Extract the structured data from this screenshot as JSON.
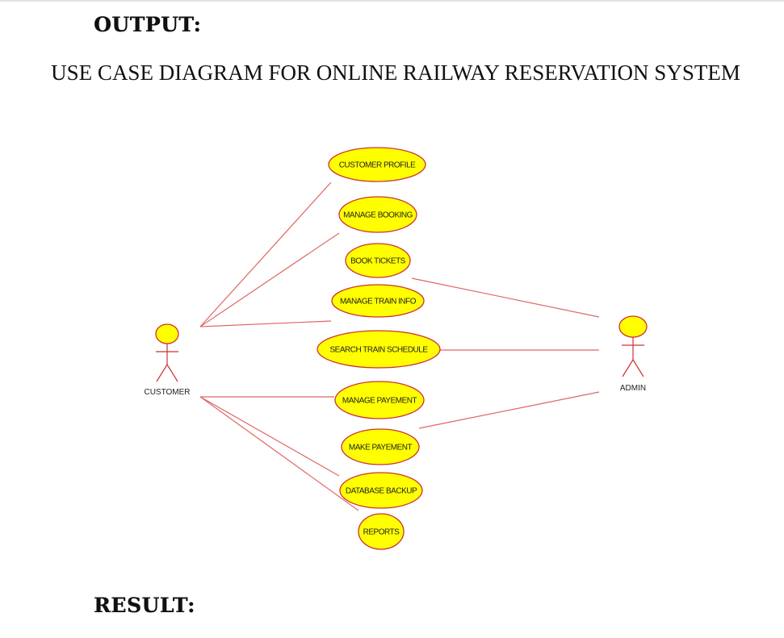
{
  "headings": {
    "output": "OUTPUT:",
    "result": "RESULT:"
  },
  "title": "USE CASE DIAGRAM FOR ONLINE RAILWAY RESERVATION SYSTEM",
  "diagram": {
    "actors": [
      {
        "id": "customer",
        "name": "CUSTOMER"
      },
      {
        "id": "admin",
        "name": "ADMIN"
      }
    ],
    "use_cases": [
      {
        "id": "customer-profile",
        "label": "CUSTOMER PROFILE"
      },
      {
        "id": "manage-booking",
        "label": "MANAGE BOOKING"
      },
      {
        "id": "book-tickets",
        "label": "BOOK TICKETS"
      },
      {
        "id": "manage-train-info",
        "label": "MANAGE TRAIN INFO"
      },
      {
        "id": "search-train-schedule",
        "label": "SEARCH TRAIN SCHEDULE"
      },
      {
        "id": "manage-payement",
        "label": "MANAGE PAYEMENT"
      },
      {
        "id": "make-payement",
        "label": "MAKE PAYEMENT"
      },
      {
        "id": "database-backup",
        "label": "DATABASE BACKUP"
      },
      {
        "id": "reports",
        "label": "REPORTS"
      }
    ],
    "associations": [
      {
        "actor": "customer",
        "use_case": "customer-profile"
      },
      {
        "actor": "customer",
        "use_case": "manage-booking"
      },
      {
        "actor": "customer",
        "use_case": "manage-train-info"
      },
      {
        "actor": "customer",
        "use_case": "manage-payement"
      },
      {
        "actor": "customer",
        "use_case": "database-backup"
      },
      {
        "actor": "customer",
        "use_case": "reports"
      },
      {
        "actor": "admin",
        "use_case": "book-tickets"
      },
      {
        "actor": "admin",
        "use_case": "search-train-schedule"
      },
      {
        "actor": "admin",
        "use_case": "make-payement"
      }
    ],
    "colors": {
      "use_case_fill": "#ffff00",
      "stroke": "#cc3333",
      "line": "#e06666"
    }
  }
}
